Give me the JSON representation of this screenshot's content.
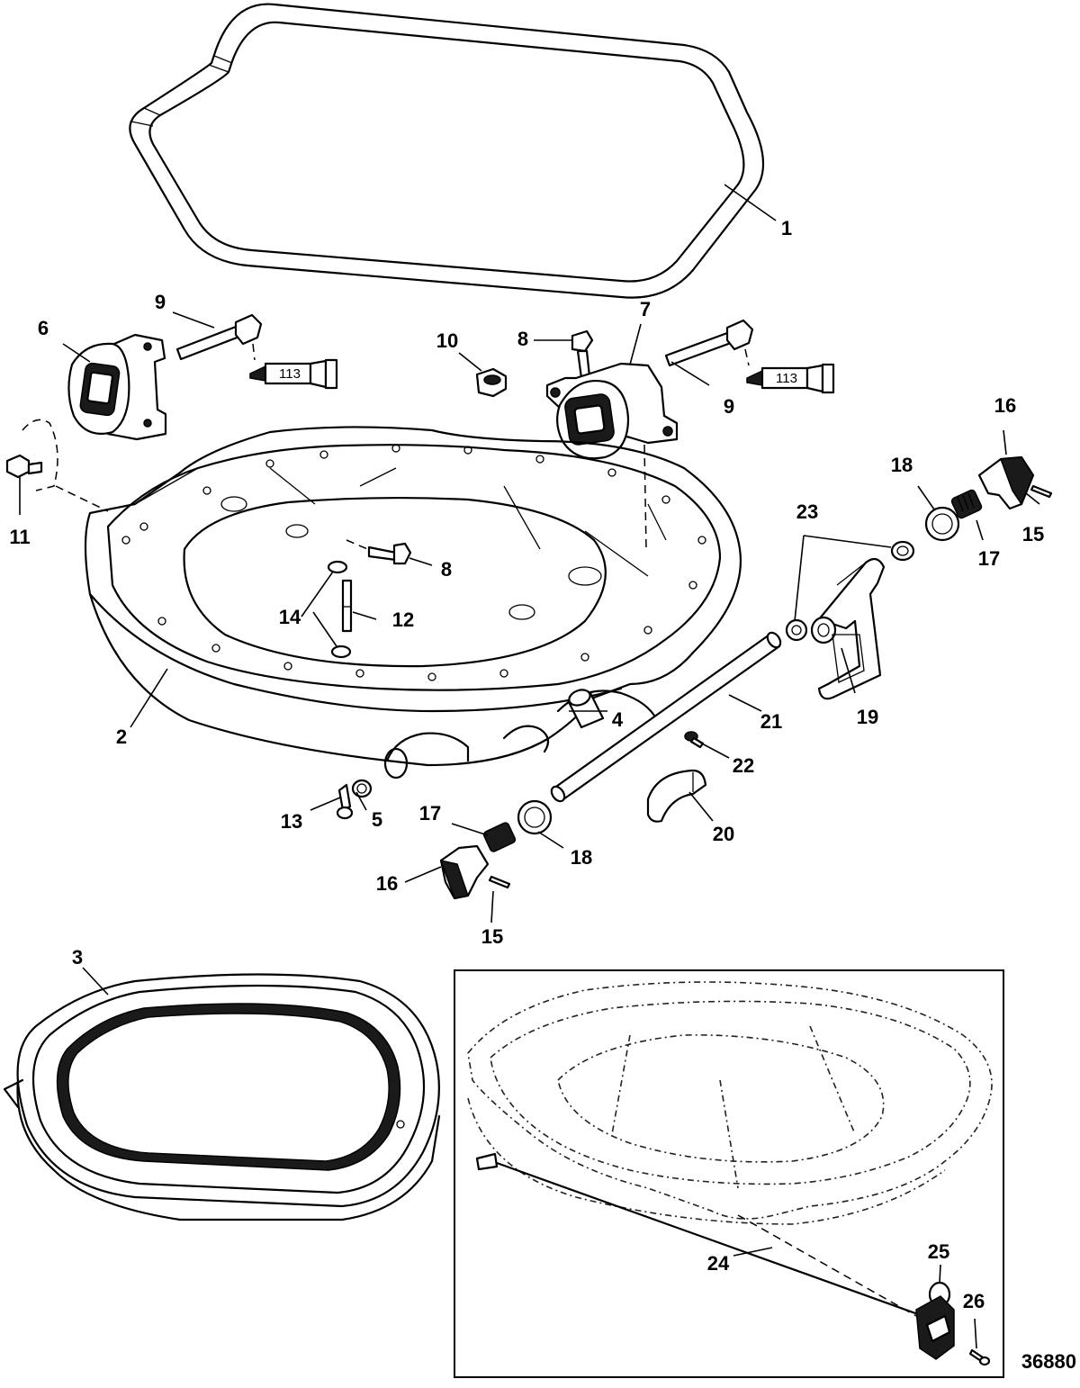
{
  "figure_id": "36880",
  "tube_label": "113",
  "callouts": [
    {
      "id": "c1",
      "text": "1"
    },
    {
      "id": "c2",
      "text": "2"
    },
    {
      "id": "c3",
      "text": "3"
    },
    {
      "id": "c4",
      "text": "4"
    },
    {
      "id": "c5",
      "text": "5"
    },
    {
      "id": "c6",
      "text": "6"
    },
    {
      "id": "c7",
      "text": "7"
    },
    {
      "id": "c8a",
      "text": "8"
    },
    {
      "id": "c8b",
      "text": "8"
    },
    {
      "id": "c9a",
      "text": "9"
    },
    {
      "id": "c9b",
      "text": "9"
    },
    {
      "id": "c10",
      "text": "10"
    },
    {
      "id": "c11",
      "text": "11"
    },
    {
      "id": "c12",
      "text": "12"
    },
    {
      "id": "c13",
      "text": "13"
    },
    {
      "id": "c14",
      "text": "14"
    },
    {
      "id": "c15a",
      "text": "15"
    },
    {
      "id": "c15b",
      "text": "15"
    },
    {
      "id": "c16a",
      "text": "16"
    },
    {
      "id": "c16b",
      "text": "16"
    },
    {
      "id": "c17a",
      "text": "17"
    },
    {
      "id": "c17b",
      "text": "17"
    },
    {
      "id": "c18a",
      "text": "18"
    },
    {
      "id": "c18b",
      "text": "18"
    },
    {
      "id": "c19",
      "text": "19"
    },
    {
      "id": "c20",
      "text": "20"
    },
    {
      "id": "c21",
      "text": "21"
    },
    {
      "id": "c22",
      "text": "22"
    },
    {
      "id": "c23",
      "text": "23"
    },
    {
      "id": "c24",
      "text": "24"
    },
    {
      "id": "c25",
      "text": "25"
    },
    {
      "id": "c26",
      "text": "26"
    }
  ]
}
